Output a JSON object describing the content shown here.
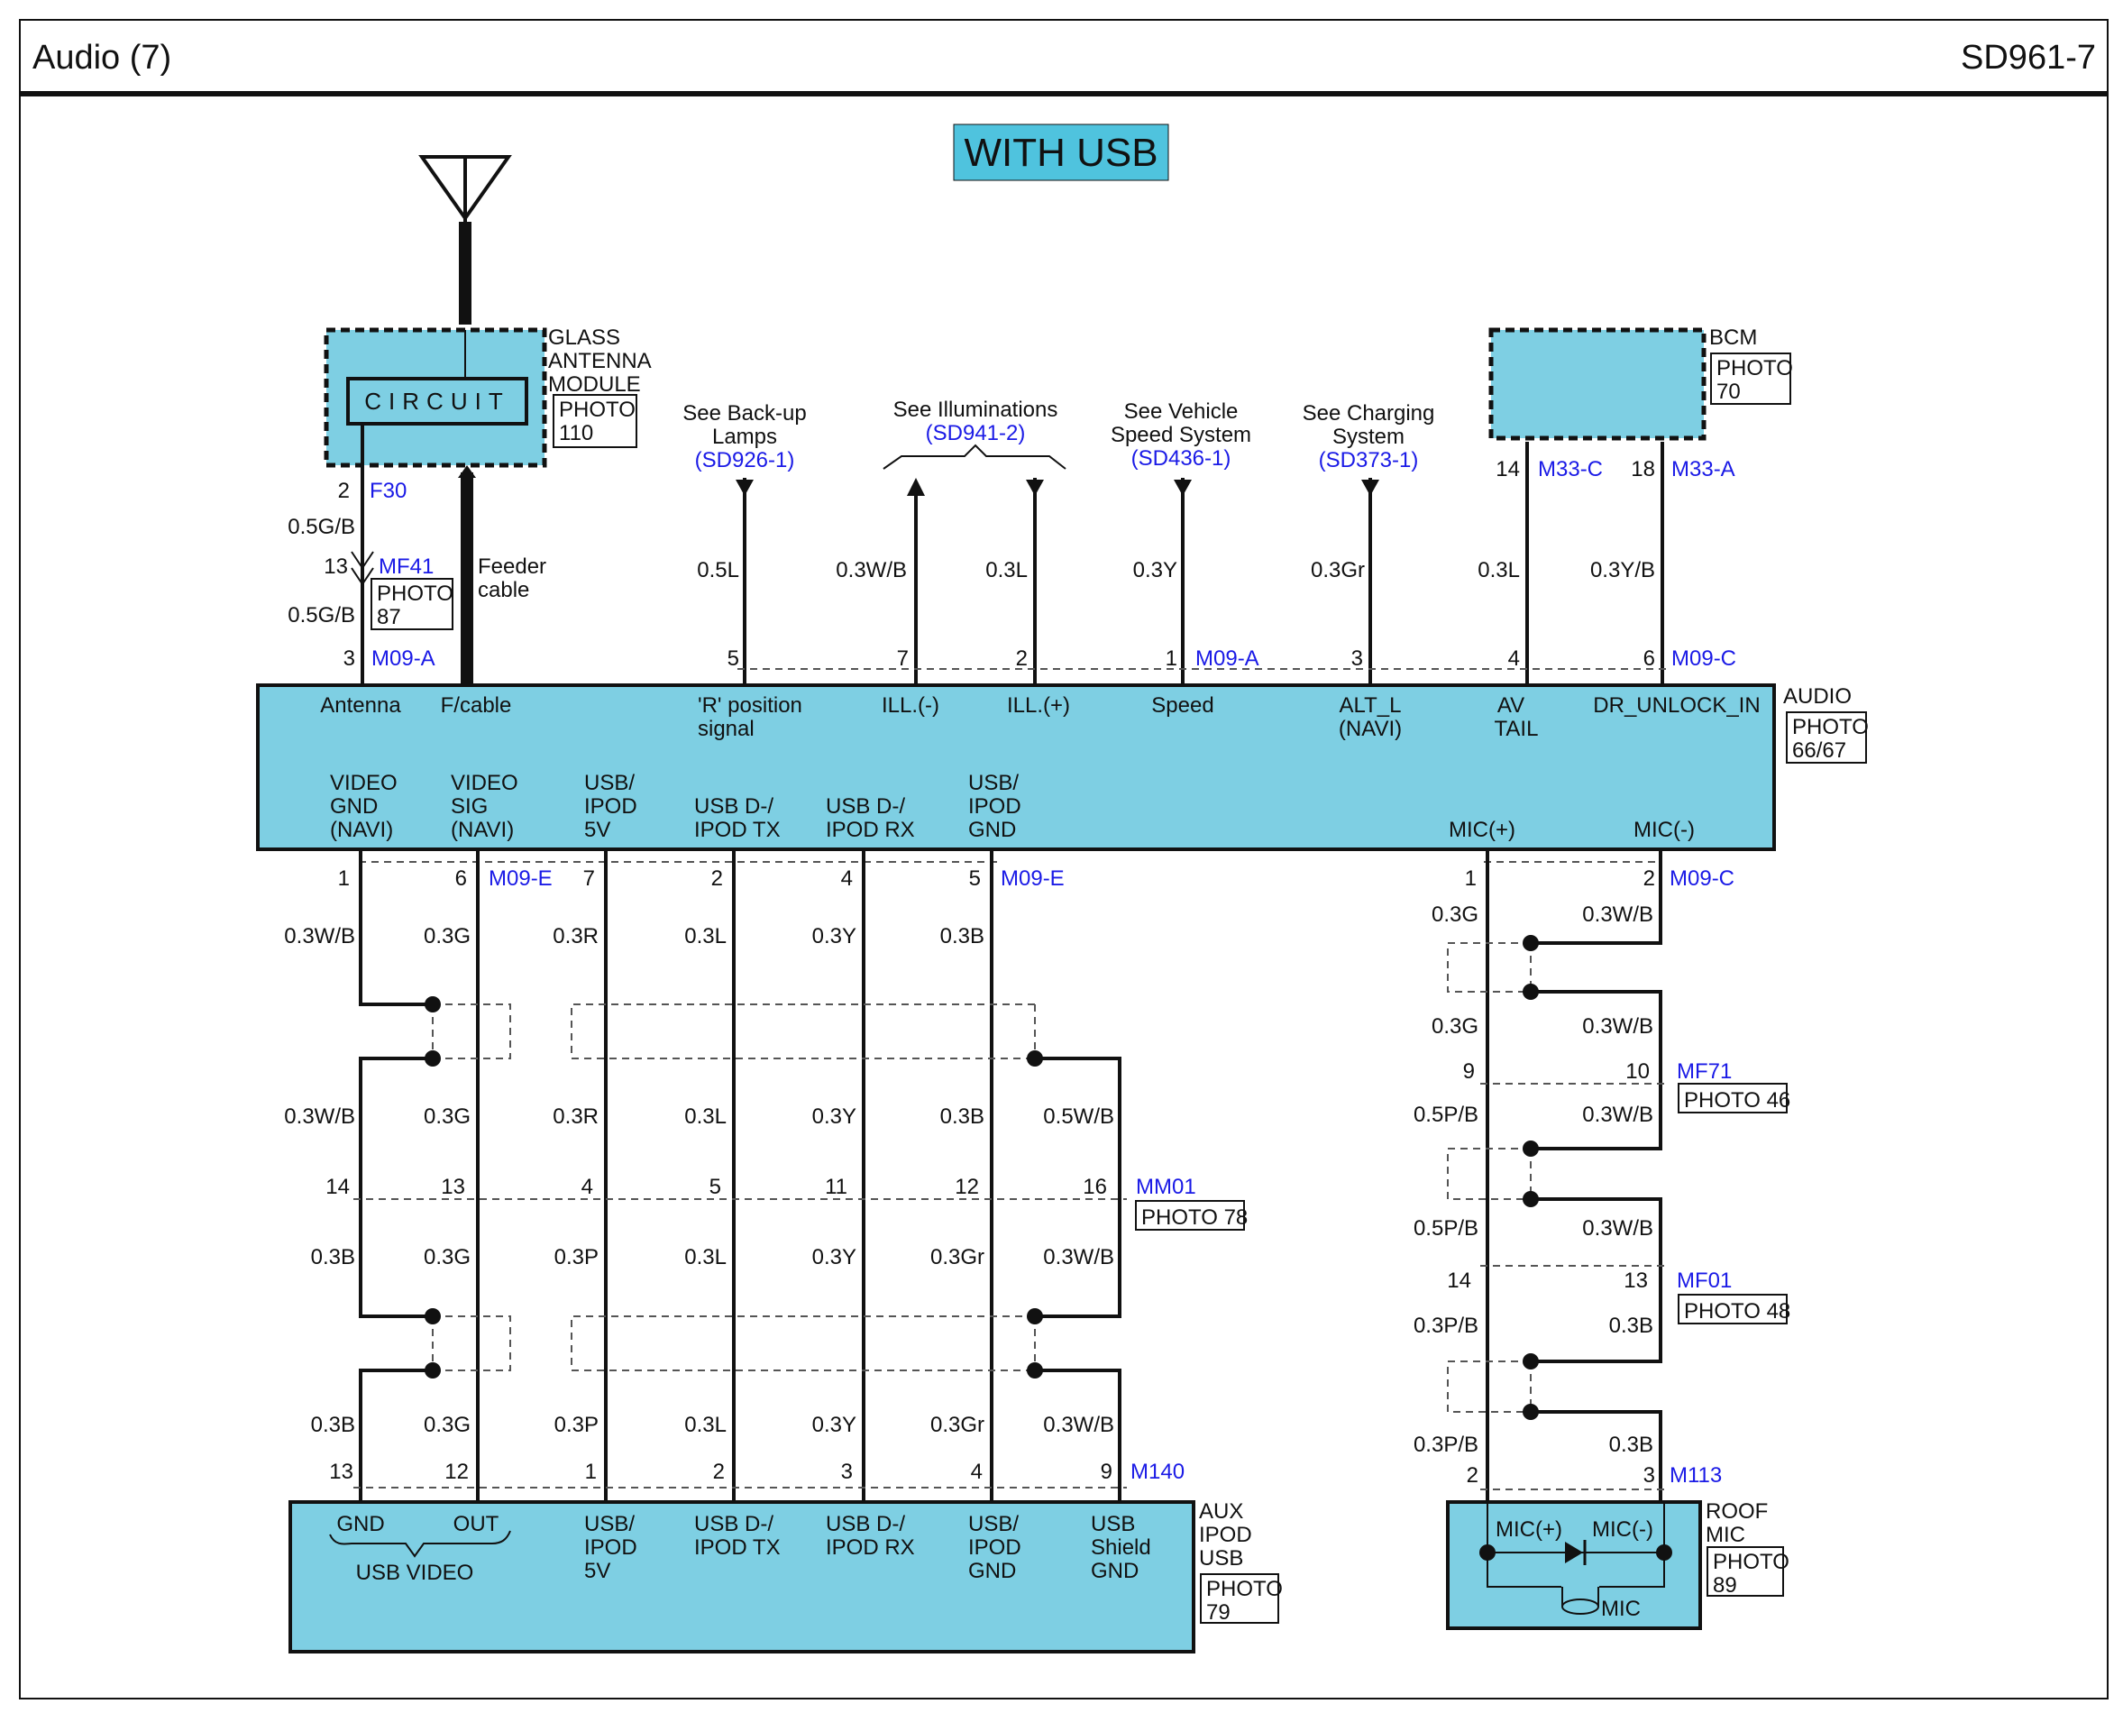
{
  "page": {
    "title": "Audio (7)",
    "code": "SD961-7",
    "banner": "WITH USB",
    "banner_color": "#4fc3de",
    "box_color": "#7ecfe3",
    "link_color": "#1a1ae6"
  },
  "glass_antenna": {
    "name": [
      "GLASS",
      "ANTENNA",
      "MODULE"
    ],
    "circuit": "CIRCUIT",
    "photo": [
      "PHOTO",
      "110"
    ],
    "pin": "2",
    "conn": "F30",
    "wire1": "0.5G/B",
    "joint_pin": "13",
    "joint_conn": "MF41",
    "joint_photo": [
      "PHOTO",
      "87"
    ],
    "wire2": "0.5G/B",
    "feeder": [
      "Feeder",
      "cable"
    ]
  },
  "bcm": {
    "name": "BCM",
    "photo": [
      "PHOTO",
      "70"
    ],
    "pin1": "14",
    "conn1": "M33-C",
    "pin2": "18",
    "conn2": "M33-A"
  },
  "refs": [
    {
      "text": [
        "See Back-up",
        "Lamps"
      ],
      "link": "(SD926-1)"
    },
    {
      "text": [
        "See Illuminations"
      ],
      "link": "(SD941-2)"
    },
    {
      "text": [
        "See Vehicle",
        "Speed System"
      ],
      "link": "(SD436-1)"
    },
    {
      "text": [
        "See Charging",
        "System"
      ],
      "link": "(SD373-1)"
    }
  ],
  "audio_upper": {
    "wires": [
      "0.5L",
      "0.3W/B",
      "0.3L",
      "0.3Y",
      "0.3Gr",
      "0.3L",
      "0.3Y/B"
    ],
    "pins": [
      "3",
      "5",
      "7",
      "2",
      "1",
      "3",
      "4",
      "6"
    ],
    "conn_a": "M09-A",
    "conn_a2": "M09-A",
    "conn_c": "M09-C",
    "signals": [
      [
        "Antenna"
      ],
      [
        "F/cable"
      ],
      [
        "'R' position",
        "signal"
      ],
      [
        "ILL.(-)"
      ],
      [
        "ILL.(+)"
      ],
      [
        "Speed"
      ],
      [
        "ALT_L",
        "(NAVI)"
      ],
      [
        "AV",
        "TAIL"
      ],
      [
        "DR_UNLOCK_IN"
      ]
    ]
  },
  "audio": {
    "name": "AUDIO",
    "photo": [
      "PHOTO",
      "66/67"
    ],
    "lower_signals": [
      [
        "VIDEO",
        "GND",
        "(NAVI)"
      ],
      [
        "VIDEO",
        "SIG",
        "(NAVI)"
      ],
      [
        "USB/",
        "IPOD",
        "5V"
      ],
      [
        "USB D-/",
        "IPOD TX"
      ],
      [
        "USB D-/",
        "IPOD RX"
      ],
      [
        "USB/",
        "IPOD",
        "GND"
      ],
      [
        "MIC(+)"
      ],
      [
        "MIC(-)"
      ]
    ],
    "lower_pins": [
      "1",
      "6",
      "7",
      "2",
      "4",
      "5",
      "1",
      "2"
    ],
    "conn_e": "M09-E",
    "conn_e2": "M09-E",
    "conn_c": "M09-C"
  },
  "harness_left": {
    "row1": [
      "0.3W/B",
      "0.3G",
      "0.3R",
      "0.3L",
      "0.3Y",
      "0.3B"
    ],
    "row2": [
      "0.3W/B",
      "0.3G",
      "0.3R",
      "0.3L",
      "0.3Y",
      "0.3B",
      "0.5W/B"
    ],
    "mm01_pins": [
      "14",
      "13",
      "4",
      "5",
      "11",
      "12",
      "16"
    ],
    "mm01_conn": "MM01",
    "mm01_photo": "PHOTO 78",
    "row3": [
      "0.3B",
      "0.3G",
      "0.3P",
      "0.3L",
      "0.3Y",
      "0.3Gr",
      "0.3W/B"
    ],
    "row4": [
      "0.3B",
      "0.3G",
      "0.3P",
      "0.3L",
      "0.3Y",
      "0.3Gr",
      "0.3W/B"
    ],
    "m140_pins": [
      "13",
      "12",
      "1",
      "2",
      "3",
      "4",
      "9"
    ],
    "m140_conn": "M140"
  },
  "aux": {
    "name": [
      "AUX",
      "IPOD",
      "USB"
    ],
    "photo": [
      "PHOTO",
      "79"
    ],
    "gnd": "GND",
    "out": "OUT",
    "usb_video": "USB VIDEO",
    "signals": [
      [
        "USB/",
        "IPOD",
        "5V"
      ],
      [
        "USB D-/",
        "IPOD TX"
      ],
      [
        "USB D-/",
        "IPOD RX"
      ],
      [
        "USB/",
        "IPOD",
        "GND"
      ],
      [
        "USB",
        "Shield",
        "GND"
      ]
    ]
  },
  "harness_right": {
    "w1": [
      "0.3G",
      "0.3W/B"
    ],
    "w2": [
      "0.3G",
      "0.3W/B"
    ],
    "mf71_pins": [
      "9",
      "10"
    ],
    "mf71_conn": "MF71",
    "mf71_photo": "PHOTO 46",
    "w3": [
      "0.5P/B",
      "0.3W/B"
    ],
    "w4": [
      "0.5P/B",
      "0.3W/B"
    ],
    "mf01_pins": [
      "14",
      "13"
    ],
    "mf01_conn": "MF01",
    "mf01_photo": "PHOTO 48",
    "w5": [
      "0.3P/B",
      "0.3B"
    ],
    "w6": [
      "0.3P/B",
      "0.3B"
    ],
    "m113_pins": [
      "2",
      "3"
    ],
    "m113_conn": "M113"
  },
  "roof_mic": {
    "name": [
      "ROOF",
      "MIC"
    ],
    "photo": [
      "PHOTO",
      "89"
    ],
    "mic_plus": "MIC(+)",
    "mic_minus": "MIC(-)",
    "mic": "MIC"
  }
}
